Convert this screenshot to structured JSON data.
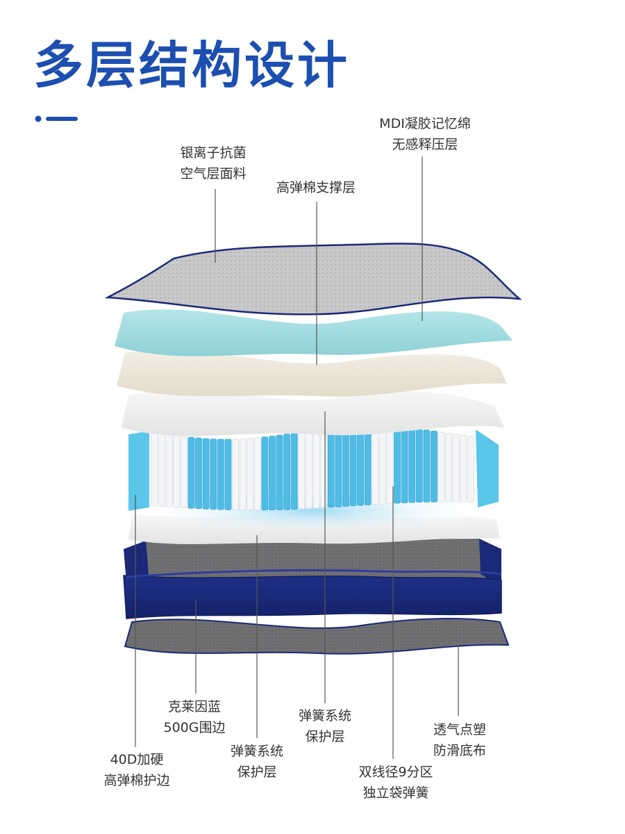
{
  "title": "多层结构设计",
  "labels": {
    "fabric": [
      "银离子抗菌",
      "空气层面料"
    ],
    "mdi": [
      "MDI凝胶记忆绵",
      "无感释压层"
    ],
    "support": [
      "高弹棉支撑层"
    ],
    "border": [
      "克莱因蓝",
      "500G围边"
    ],
    "protect_center": [
      "弹簧系统",
      "保护层"
    ],
    "slip": [
      "透气点塑",
      "防滑底布"
    ],
    "edge": [
      "40D加硬",
      "高弹棉护边"
    ],
    "protect_left": [
      "弹簧系统",
      "保护层"
    ],
    "springs": [
      "双线径9分区",
      "独立袋弹簧"
    ]
  },
  "colors": {
    "title": "#1d4fb0",
    "navy_border": "#1a2a78",
    "gel_teal": "#9fdbe0",
    "cream": "#ede6d8",
    "spring_blue": "#59c6ea",
    "gray_fabric": "#bdbdbd",
    "dark_base": "#6e6e70"
  }
}
